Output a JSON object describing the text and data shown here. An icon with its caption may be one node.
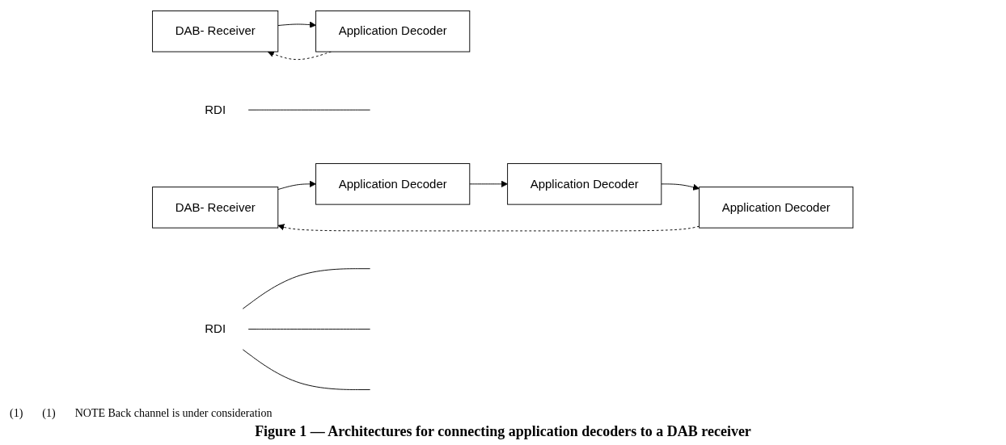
{
  "diagram": {
    "caption": "Figure 1 — Architectures for connecting application decoders to a DAB receiver",
    "nodes": [
      {
        "text": [
          "DAB- Receiver"
        ]
      },
      {
        "text": [
          "Application Decoder"
        ]
      },
      {
        "text": [
          "RDI"
        ]
      },
      {
        "text": [
          "DAB- Receiver"
        ]
      },
      {
        "text": [
          "Application Decoder"
        ]
      },
      {
        "text": [
          "Application Decoder"
        ]
      },
      {
        "text": [
          "Application Decoder"
        ]
      },
      {
        "text": [
          "RDI"
        ]
      }
    ],
    "edges": [
      {
        "from": 0,
        "to": 1,
        "arrow": "to"
      },
      {
        "from": 1,
        "to": 0,
        "arrow": "to",
        "style": "dashed"
      },
      {
        "from": 2,
        "to": null,
        "arrow": "none"
      },
      {
        "from": 3,
        "to": 4,
        "arrow": "to"
      },
      {
        "from": 4,
        "to": 5,
        "arrow": "to"
      },
      {
        "from": 5,
        "to": 6,
        "arrow": "to"
      },
      {
        "from": 6,
        "to": 3,
        "arrow": "to",
        "style": "dashed"
      },
      {
        "from": 7,
        "to": null,
        "arrow": "none"
      },
      {
        "from": 7,
        "to": null,
        "arrow": "none"
      },
      {
        "from": 7,
        "to": null,
        "arrow": "none"
      }
    ],
    "labels": [
      "(1)",
      "(1)",
      "NOTE Back channel is under consideration"
    ]
  }
}
